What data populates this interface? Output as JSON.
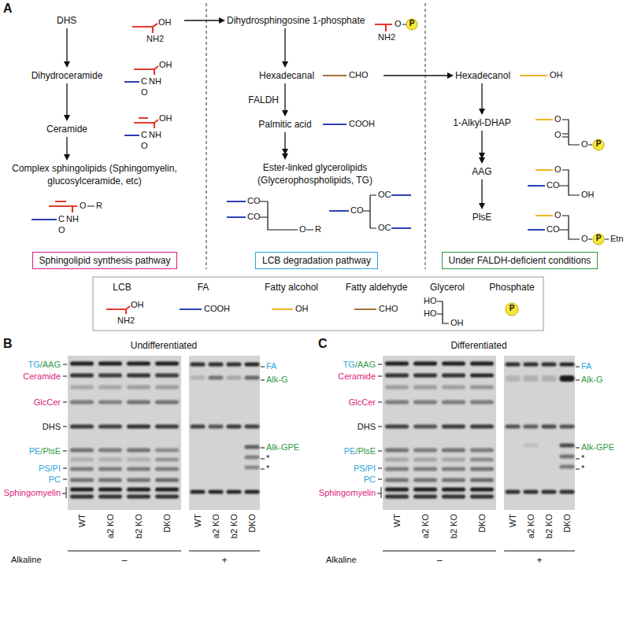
{
  "diagram": {
    "nodes": [
      {
        "text": [
          "DHS"
        ]
      },
      {
        "text": [
          "Dihydroceramide"
        ]
      },
      {
        "text": [
          "Ceramide"
        ]
      },
      {
        "text": [
          "Complex sphingolipids (Sphingomyelin, glucosylceramide, etc)"
        ]
      },
      {
        "text": [
          "Dihydrosphingosine 1-phosphate"
        ]
      },
      {
        "text": [
          "Hexadecanal"
        ]
      },
      {
        "text": [
          "Palmitic acid"
        ]
      },
      {
        "text": [
          "Ester-linked glycerolipids (Glycerophospholipids, TG)"
        ]
      },
      {
        "text": [
          "Hexadecanol"
        ]
      },
      {
        "text": [
          "1-Alkyl-DHAP"
        ]
      },
      {
        "text": [
          "AAG"
        ]
      },
      {
        "text": [
          "PlsE"
        ]
      },
      {
        "text": [
          "Sphingolipid synthesis pathway"
        ]
      },
      {
        "text": [
          "LCB degradation pathway"
        ]
      },
      {
        "text": [
          "Under FALDH-deficient conditions"
        ]
      }
    ],
    "edges": [
      {
        "from": 0,
        "to": 1,
        "arrow": "to"
      },
      {
        "from": 1,
        "to": 2,
        "arrow": "to"
      },
      {
        "from": 2,
        "to": 3,
        "arrow": "to"
      },
      {
        "from": 0,
        "to": 4,
        "arrow": "to"
      },
      {
        "from": 4,
        "to": 5,
        "arrow": "to"
      },
      {
        "from": 5,
        "to": 6,
        "arrow": "to",
        "label": "FALDH"
      },
      {
        "from": 6,
        "to": 7,
        "arrow": "to"
      },
      {
        "from": 5,
        "to": 8,
        "arrow": "to"
      },
      {
        "from": 8,
        "to": 9,
        "arrow": "to"
      },
      {
        "from": 9,
        "to": 10,
        "arrow": "to"
      },
      {
        "from": 10,
        "to": 11,
        "arrow": "to"
      }
    ],
    "labels": [
      "A",
      "OH",
      "NH2",
      "OH",
      "C",
      "NH",
      "O",
      "OH",
      "C",
      "NH",
      "O",
      "O",
      "R",
      "C",
      "NH",
      "O",
      "O",
      "P",
      "NH2",
      "CHO",
      "COOH",
      "CO",
      "CO",
      "O",
      "R",
      "CO",
      "OC",
      "OC",
      "OH",
      "O",
      "O",
      "O",
      "P",
      "O",
      "CO",
      "OH",
      "O",
      "CO",
      "O",
      "P",
      "Etn",
      "OH",
      "NH2",
      "COOH",
      "OH",
      "CHO",
      "HO",
      "HO",
      "OH",
      "P",
      "B",
      "Undifferentiated",
      "TG",
      "/",
      "AAG",
      "Ceramide",
      "GlcCer",
      "DHS",
      "PE",
      "/",
      "PlsE",
      "PS/PI",
      "PC",
      "Sphingomyelin",
      "FA",
      "Alk-G",
      "Alk-GPE",
      "*",
      "*",
      "WT",
      "a2 KO",
      "b2 KO",
      "DKO",
      "WT",
      "a2 KO",
      "b2 KO",
      "DKO",
      "Alkaline",
      "–",
      "+",
      "C",
      "Differentiated",
      "TG",
      "/",
      "AAG",
      "Ceramide",
      "GlcCer",
      "DHS",
      "PE",
      "/",
      "PlsE",
      "PS/PI",
      "PC",
      "Sphingomyelin",
      "FA",
      "Alk-G",
      "Alk-GPE",
      "*",
      "*",
      "WT",
      "a2 KO",
      "b2 KO",
      "DKO",
      "WT",
      "a2 KO",
      "b2 KO",
      "DKO",
      "Alkaline",
      "–",
      "+"
    ],
    "legend": [
      {
        "text": "LCB"
      },
      {
        "text": "FA"
      },
      {
        "text": "Fatty alcohol"
      },
      {
        "text": "Fatty aldehyde"
      },
      {
        "text": "Glycerol"
      },
      {
        "text": "Phosphate"
      }
    ]
  }
}
